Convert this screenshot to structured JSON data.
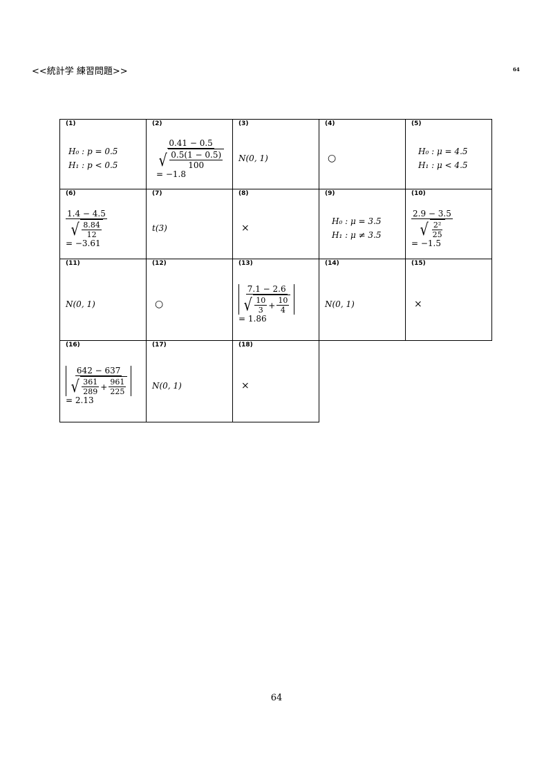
{
  "header": {
    "title": "<<統計学 練習問題>>",
    "page_small": "64"
  },
  "footer": {
    "page": "64"
  },
  "cells": [
    {
      "label": "(1)",
      "h0": "H₀ : p = 0.5",
      "h1": "H₁ : p < 0.5"
    },
    {
      "label": "(2)",
      "num": "0.41 − 0.5",
      "in_num": "0.5(1 − 0.5)",
      "in_den": "100",
      "result": "= −1.8"
    },
    {
      "label": "(3)",
      "text": "N(0, 1)"
    },
    {
      "label": "(4)",
      "symbol": "○"
    },
    {
      "label": "(5)",
      "h0": "H₀ : μ = 4.5",
      "h1": "H₁ : μ < 4.5"
    },
    {
      "label": "(6)",
      "num": "1.4 − 4.5",
      "in_num": "8.84",
      "in_den": "12",
      "result": "= −3.61"
    },
    {
      "label": "(7)",
      "text": "t(3)"
    },
    {
      "label": "(8)",
      "symbol": "×"
    },
    {
      "label": "(9)",
      "h0": "H₀ : μ = 3.5",
      "h1": "H₁ : μ ≠ 3.5"
    },
    {
      "label": "(10)",
      "num": "2.9 − 3.5",
      "in_num": "2²",
      "in_den": "25",
      "result": "= −1.5"
    },
    {
      "label": "(11)",
      "text": "N(0, 1)"
    },
    {
      "label": "(12)",
      "symbol": "○"
    },
    {
      "label": "(13)",
      "num": "7.1 − 2.6",
      "a_num": "10",
      "a_den": "3",
      "plus": "+",
      "b_num": "10",
      "b_den": "4",
      "result": "= 1.86"
    },
    {
      "label": "(14)",
      "text": "N(0, 1)"
    },
    {
      "label": "(15)",
      "symbol": "×"
    },
    {
      "label": "(16)",
      "num": "642 − 637",
      "a_num": "361",
      "a_den": "289",
      "plus": "+",
      "b_num": "961",
      "b_den": "225",
      "result": "= 2.13"
    },
    {
      "label": "(17)",
      "text": "N(0, 1)"
    },
    {
      "label": "(18)",
      "symbol": "×"
    }
  ]
}
